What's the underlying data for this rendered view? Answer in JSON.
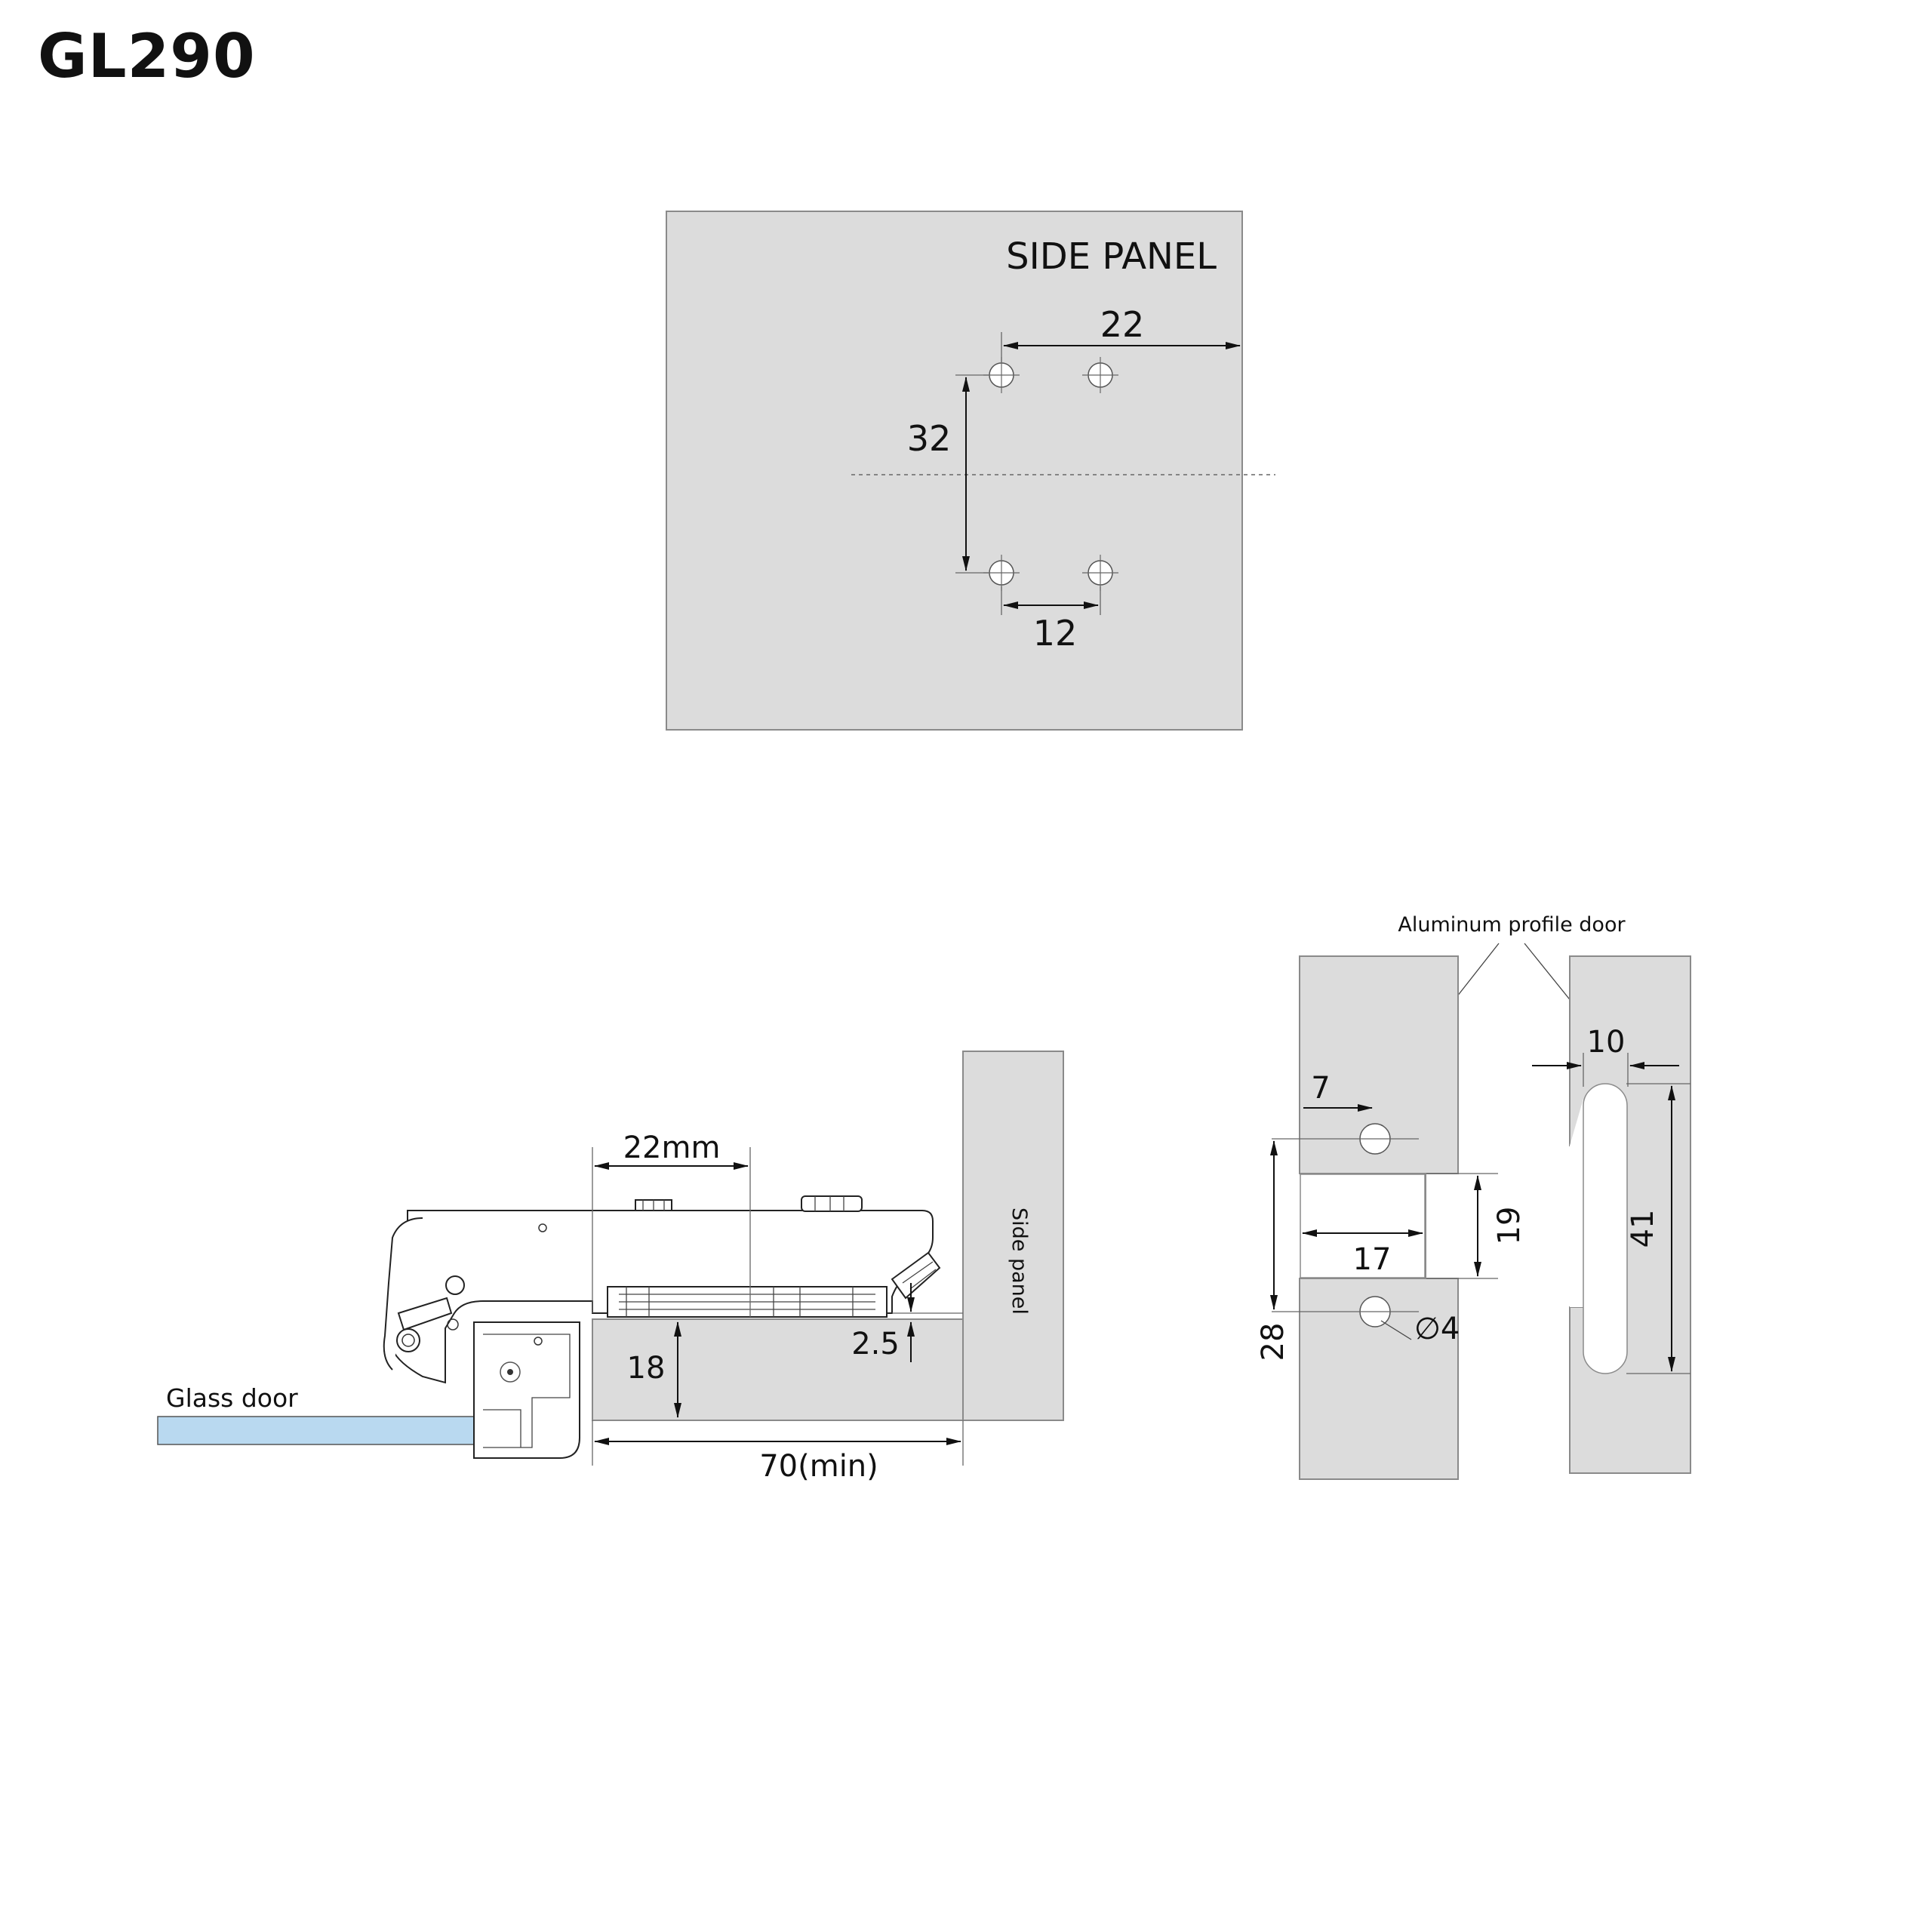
{
  "title": "GL290",
  "side_panel_view": {
    "label": "SIDE PANEL",
    "dim_horizontal_top": "22",
    "dim_vertical": "32",
    "dim_horizontal_bottom": "12"
  },
  "section_view": {
    "glass_door_label": "Glass door",
    "side_panel_label": "Side panel",
    "dim_22mm": "22mm",
    "dim_18": "18",
    "dim_2_5": "2.5",
    "dim_70min": "70(min)"
  },
  "aluminum_profile_view": {
    "label": "Aluminum profile door",
    "dim_7": "7",
    "dim_17": "17",
    "dim_19": "19",
    "dim_28": "28",
    "dim_diameter_4": "∅4",
    "dim_10": "10",
    "dim_41": "41"
  },
  "colors": {
    "panel_fill": "#dcdcdc",
    "glass_fill": "#b9d9f0",
    "line": "#111111"
  }
}
